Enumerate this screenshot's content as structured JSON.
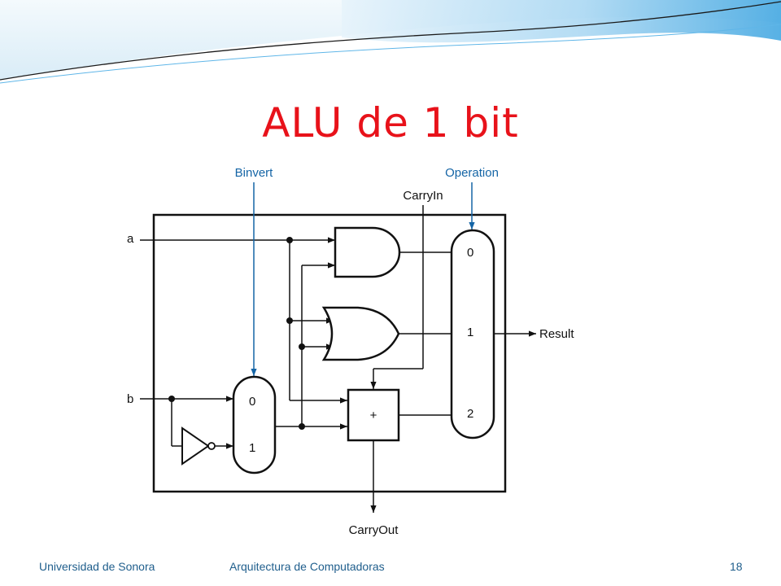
{
  "slide": {
    "title": "ALU de 1 bit",
    "footer": {
      "institution": "Universidad de Sonora",
      "course": "Arquitectura de Computadoras",
      "page_number": "18"
    }
  },
  "diagram": {
    "inputs": {
      "a": "a",
      "b": "b",
      "carry_in": "CarryIn"
    },
    "controls": {
      "binvert": "Binvert",
      "operation": "Operation"
    },
    "outputs": {
      "result": "Result",
      "carry_out": "CarryOut"
    },
    "b_mux": {
      "input_0": "0",
      "input_1": "1"
    },
    "result_mux": {
      "input_0": "0",
      "input_1": "1",
      "input_2": "2"
    },
    "adder": {
      "symbol": "+"
    }
  },
  "colors": {
    "title": "#e8121a",
    "control_label": "#1565a6",
    "footer_text": "#1f5e8c",
    "header_wave": "#5fb6e8"
  }
}
